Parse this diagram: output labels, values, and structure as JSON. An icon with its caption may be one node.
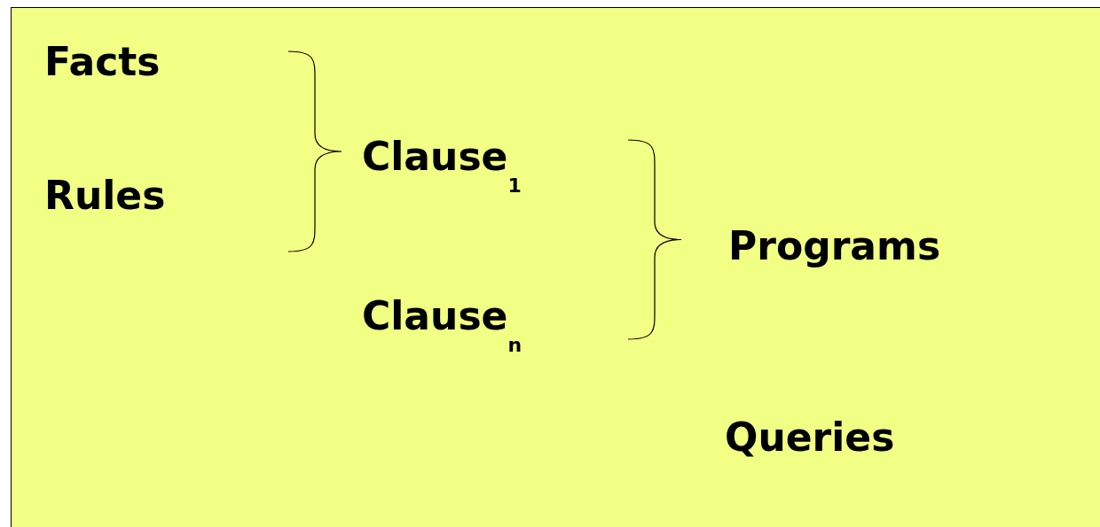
{
  "diagram": {
    "labels": [
      "Facts",
      "Rules",
      "Clause$_{1}$",
      "Clause$_{n}$",
      "Programs",
      "Queries"
    ]
  }
}
